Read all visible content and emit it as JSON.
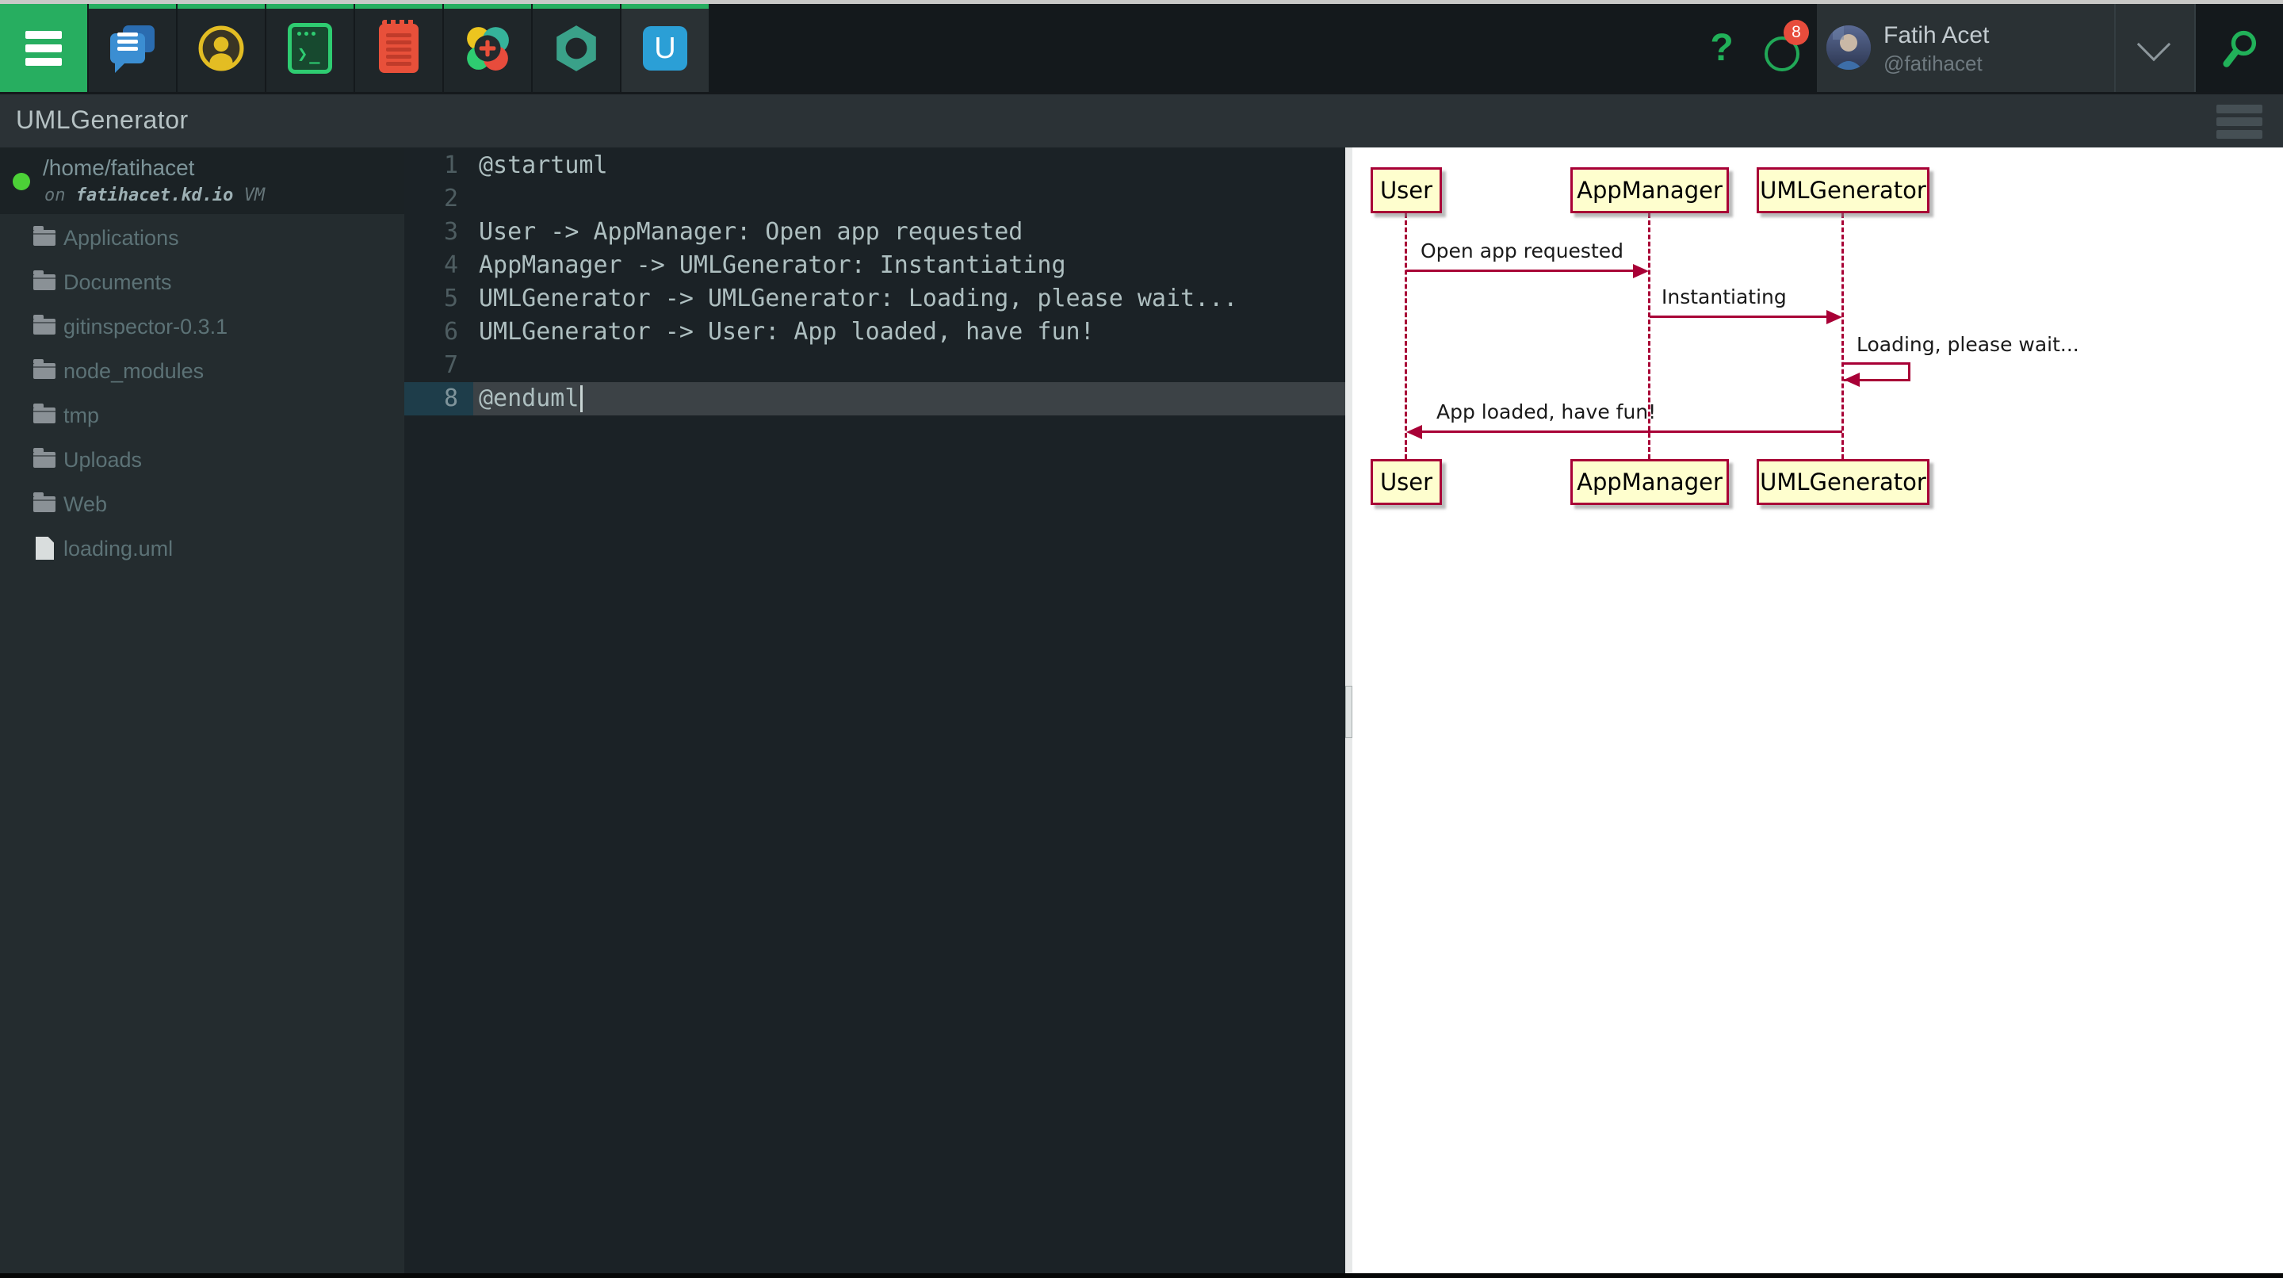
{
  "topbar": {
    "apps": [
      {
        "icon": "koding-menu"
      },
      {
        "icon": "chat"
      },
      {
        "icon": "members"
      },
      {
        "icon": "terminal"
      },
      {
        "icon": "notes"
      },
      {
        "icon": "app-installer"
      },
      {
        "icon": "package"
      },
      {
        "icon": "umlgenerator",
        "letter": "U",
        "active": true
      }
    ],
    "help_label": "?",
    "notification_count": "8",
    "user": {
      "name": "Fatih Acet",
      "handle": "@fatihacet"
    }
  },
  "titlebar": {
    "title": "UMLGenerator"
  },
  "sidebar": {
    "machine": {
      "path": "/home/fatihacet",
      "vm_prefix": "on",
      "vm_host": "fatihacet.kd.io",
      "vm_suffix": "VM"
    },
    "items": [
      {
        "label": "Applications",
        "type": "folder"
      },
      {
        "label": "Documents",
        "type": "folder"
      },
      {
        "label": "gitinspector-0.3.1",
        "type": "folder"
      },
      {
        "label": "node_modules",
        "type": "folder"
      },
      {
        "label": "tmp",
        "type": "folder"
      },
      {
        "label": "Uploads",
        "type": "folder"
      },
      {
        "label": "Web",
        "type": "folder"
      },
      {
        "label": "loading.uml",
        "type": "file"
      }
    ]
  },
  "editor": {
    "active_line": 8,
    "lines": [
      {
        "num": "1",
        "text": "@startuml"
      },
      {
        "num": "2",
        "text": ""
      },
      {
        "num": "3",
        "text": "User -> AppManager: Open app requested"
      },
      {
        "num": "4",
        "text": "AppManager -> UMLGenerator: Instantiating"
      },
      {
        "num": "5",
        "text": "UMLGenerator -> UMLGenerator: Loading, please wait..."
      },
      {
        "num": "6",
        "text": "UMLGenerator -> User: App loaded, have fun!"
      },
      {
        "num": "7",
        "text": ""
      },
      {
        "num": "8",
        "text": "@enduml"
      }
    ]
  },
  "diagram": {
    "type": "sequence",
    "participants": [
      "User",
      "AppManager",
      "UMLGenerator"
    ],
    "messages": [
      {
        "from": "User",
        "to": "AppManager",
        "label": "Open app requested"
      },
      {
        "from": "AppManager",
        "to": "UMLGenerator",
        "label": "Instantiating"
      },
      {
        "from": "UMLGenerator",
        "to": "UMLGenerator",
        "label": "Loading, please wait..."
      },
      {
        "from": "UMLGenerator",
        "to": "User",
        "label": "App loaded, have fun!"
      }
    ],
    "colors": {
      "box_fill": "#FEFECE",
      "stroke": "#A80036"
    }
  },
  "colors": {
    "accent_green": "#27ae60",
    "badge_red": "#e74c3c",
    "topbar_bg": "#1f2629",
    "sidebar_bg": "#242c2f",
    "editor_bg": "#1b2226"
  }
}
